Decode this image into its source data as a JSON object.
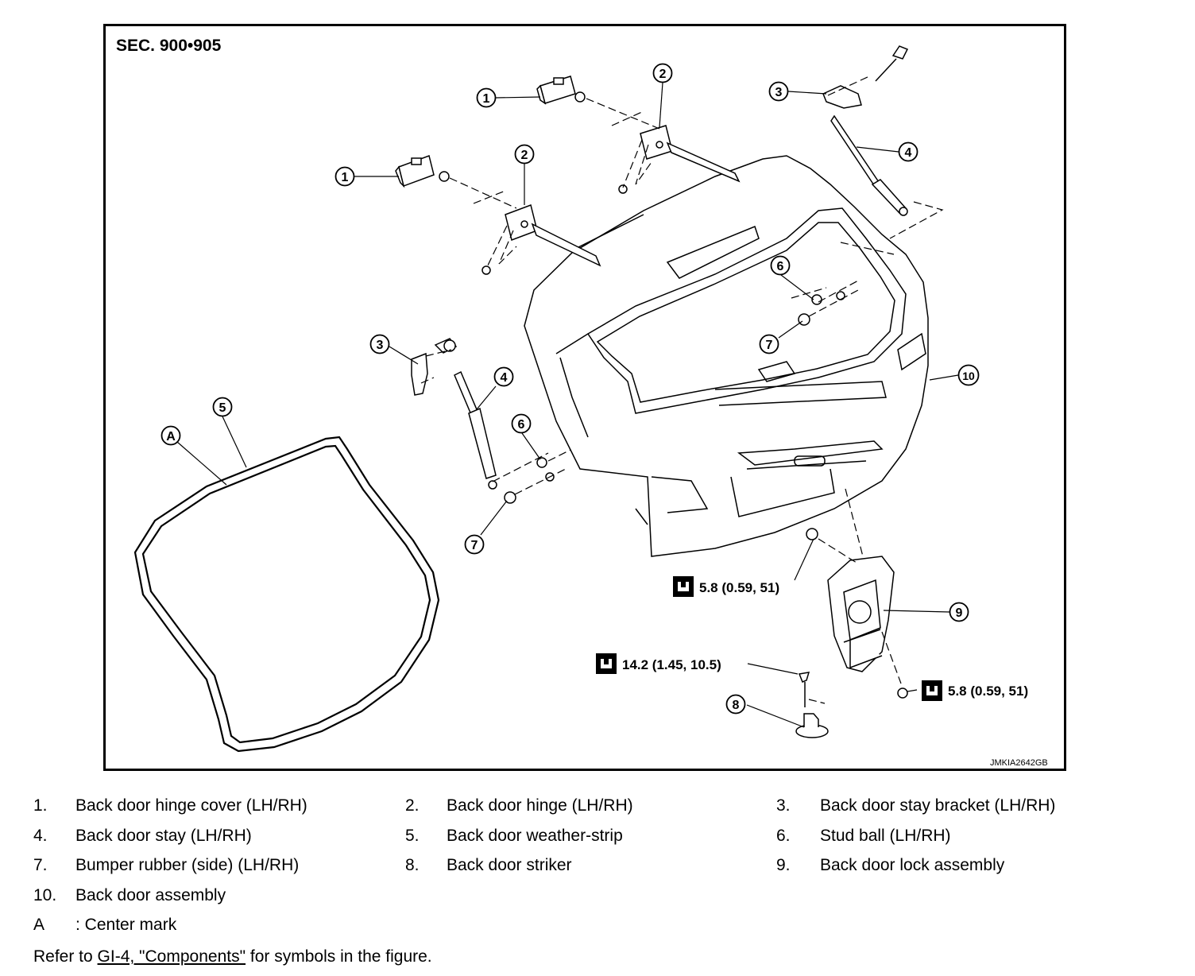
{
  "diagram": {
    "section_label": "SEC. 900•905",
    "figure_code": "JMKIA2642GB",
    "callouts": {
      "c1": "1",
      "c2": "2",
      "c3": "3",
      "c4": "4",
      "c5": "5",
      "c6": "6",
      "c7": "7",
      "c8": "8",
      "c9": "9",
      "c10": "10",
      "cA": "A"
    },
    "torques": {
      "lock_bolt_upper": "5.8 (0.59, 51)",
      "striker_bolt": "14.2 (1.45, 10.5)",
      "lock_bolt_lower": "5.8 (0.59, 51)"
    }
  },
  "legend": {
    "rows": [
      [
        {
          "num": "1.",
          "text": "Back door hinge cover (LH/RH)"
        },
        {
          "num": "2.",
          "text": "Back door hinge (LH/RH)"
        },
        {
          "num": "3.",
          "text": "Back door stay bracket (LH/RH)"
        }
      ],
      [
        {
          "num": "4.",
          "text": "Back door stay (LH/RH)"
        },
        {
          "num": "5.",
          "text": "Back door weather-strip"
        },
        {
          "num": "6.",
          "text": "Stud ball (LH/RH)"
        }
      ],
      [
        {
          "num": "7.",
          "text": "Bumper rubber (side) (LH/RH)"
        },
        {
          "num": "8.",
          "text": "Back door striker"
        },
        {
          "num": "9.",
          "text": "Back door lock assembly"
        }
      ],
      [
        {
          "num": "10.",
          "text": "Back door assembly"
        }
      ],
      [
        {
          "num": "A",
          "text": ": Center mark"
        }
      ]
    ],
    "note_prefix": "Refer to ",
    "note_link": "GI-4, \"Components\"",
    "note_suffix": " for symbols in the figure."
  }
}
